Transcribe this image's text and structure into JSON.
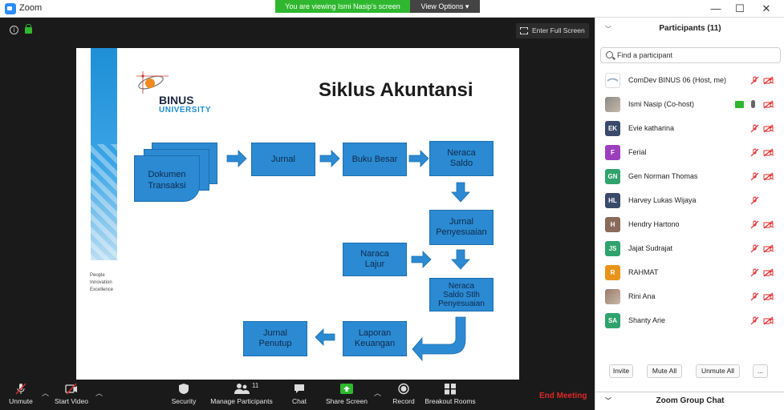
{
  "window": {
    "title": "Zoom",
    "minimize": "—",
    "maximize": "☐",
    "close": "✕"
  },
  "banner": {
    "viewing": "You are viewing Ismi Nasip's screen",
    "view_options": "View Options ▾"
  },
  "stage": {
    "fullscreen_label": "Enter Full Screen",
    "info": "i"
  },
  "slide": {
    "title": "Siklus Akuntansi",
    "logo_name": "BINUS",
    "logo_sub": "UNIVERSITY",
    "tagline": [
      "People",
      "Innovation",
      "Excellence"
    ],
    "boxes": {
      "dokumen": [
        "Dokumen",
        "Transaksi"
      ],
      "jurnal": "Jurnal",
      "buku_besar": "Buku Besar",
      "neraca_saldo": [
        "Neraca",
        "Saldo"
      ],
      "jurnal_penyesuaian": [
        "Jurnal",
        "Penyesuaian"
      ],
      "neraca_lajur": [
        "Naraca",
        "Lajur"
      ],
      "neraca_saldo_sth": [
        "Neraca",
        "Saldo Stlh",
        "Penyesuaian"
      ],
      "laporan_keuangan": [
        "Laporan",
        "Keuangan"
      ],
      "jurnal_penutup": [
        "Jurnal",
        "Penutup"
      ]
    }
  },
  "toolbar": {
    "unmute": "Unmute",
    "start_video": "Start Video",
    "security": "Security",
    "manage_participants": "Manage Participants",
    "participant_count": "11",
    "chat": "Chat",
    "share_screen": "Share Screen",
    "record": "Record",
    "breakout_rooms": "Breakout Rooms",
    "end_meeting": "End Meeting"
  },
  "panel": {
    "header": "Participants (11)",
    "search_placeholder": "Find a participant",
    "participants": [
      {
        "name": "ComDev BINUS 06 (Host, me)",
        "avatar": "",
        "color": "#ffffff",
        "icon": "zoom-avatar"
      },
      {
        "name": "Ismi Nasip (Co-host)",
        "avatar": "",
        "color": "#8a8a8a",
        "icon": "photo-avatar"
      },
      {
        "name": "Evie katharina",
        "avatar": "EK",
        "color": "#3a4a6b"
      },
      {
        "name": "Ferial",
        "avatar": "F",
        "color": "#9b3fbf"
      },
      {
        "name": "Gen Norman Thomas",
        "avatar": "GN",
        "color": "#2fa36b"
      },
      {
        "name": "Harvey Lukas Wijaya",
        "avatar": "HL",
        "color": "#3a4a6b"
      },
      {
        "name": "Hendry Hartono",
        "avatar": "H",
        "color": "#8a6b5a"
      },
      {
        "name": "Jajat Sudrajat",
        "avatar": "JS",
        "color": "#2fa36b"
      },
      {
        "name": "RAHMAT",
        "avatar": "R",
        "color": "#e8941a"
      },
      {
        "name": "Rini Ana",
        "avatar": "",
        "color": "#9a7a6a",
        "icon": "photo-avatar"
      },
      {
        "name": "Shanty Arie",
        "avatar": "SA",
        "color": "#2fa36b"
      }
    ],
    "invite": "Invite",
    "mute_all": "Mute All",
    "unmute_all": "Unmute All",
    "more": "...",
    "chat_header": "Zoom Group Chat"
  }
}
